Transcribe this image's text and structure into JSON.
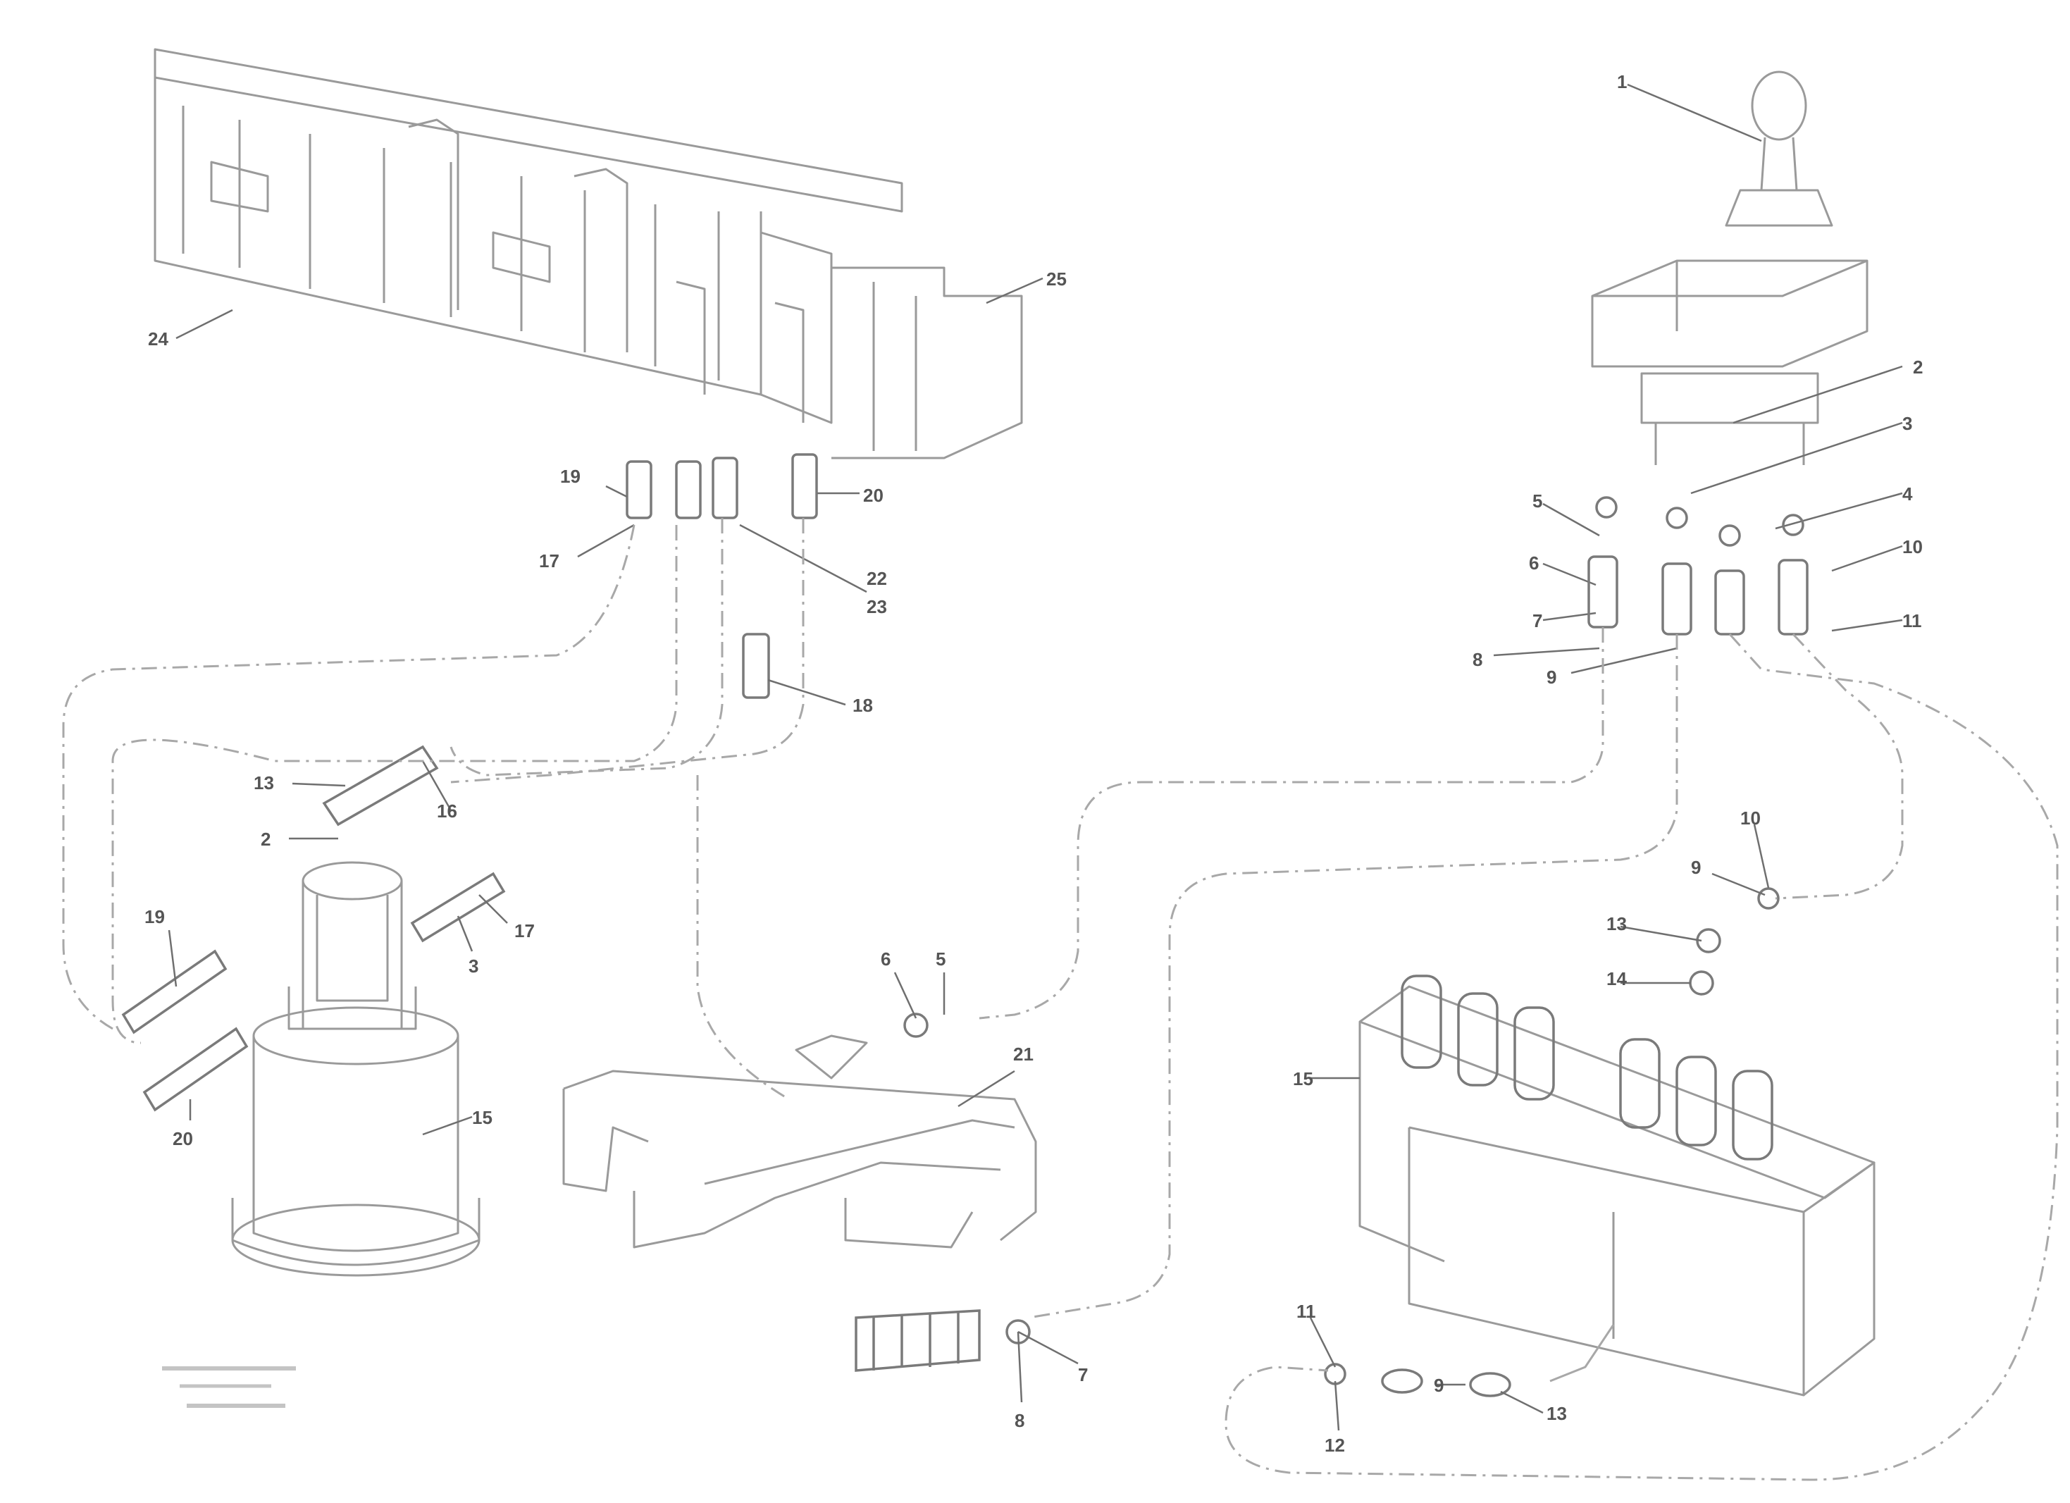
{
  "callouts": {
    "c24": "24",
    "c25": "25",
    "c19": "19",
    "c17a": "17",
    "c20a": "20",
    "c22": "22",
    "c23": "23",
    "c18": "18",
    "c13a": "13",
    "c16": "16",
    "c2a": "2",
    "c17b": "17",
    "c3a": "3",
    "c19b": "19",
    "c20b": "20",
    "c15": "15",
    "c1": "1",
    "c2b": "2",
    "c3b": "3",
    "c4": "4",
    "c5a": "5",
    "c6": "6",
    "c7": "7",
    "c8a": "8",
    "c9a": "9",
    "c10a": "10",
    "c11a": "11",
    "c10b": "10",
    "c9b": "9",
    "c13b": "13",
    "c14": "14",
    "c15b": "15",
    "c6b": "6",
    "c5b": "5",
    "c21": "21",
    "c7b": "7",
    "c8b": "8",
    "c11b": "11",
    "c12": "12",
    "c13c": "13",
    "c9c": "9"
  },
  "reference": {
    "line1": "",
    "line2": "",
    "line3": ""
  }
}
